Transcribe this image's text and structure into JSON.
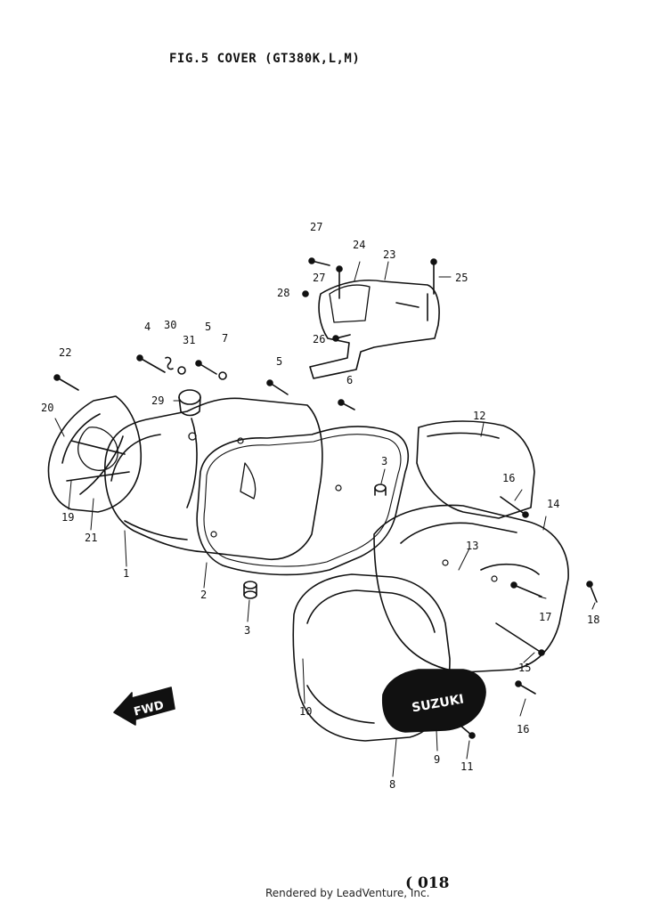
{
  "title": "FIG.5  COVER (GT380K,L,M)",
  "footer": "Rendered by LeadVenture, Inc.",
  "page_number": "( 018",
  "fwd_label": "FWD",
  "logo_text": "SUZUKI",
  "callouts": [
    "1",
    "2",
    "3",
    "3",
    "4",
    "5",
    "5",
    "6",
    "7",
    "8",
    "9",
    "10",
    "11",
    "12",
    "13",
    "14",
    "15",
    "16",
    "16",
    "17",
    "18",
    "19",
    "20",
    "21",
    "22",
    "23",
    "24",
    "25",
    "26",
    "27",
    "27",
    "28",
    "29",
    "30",
    "31"
  ]
}
